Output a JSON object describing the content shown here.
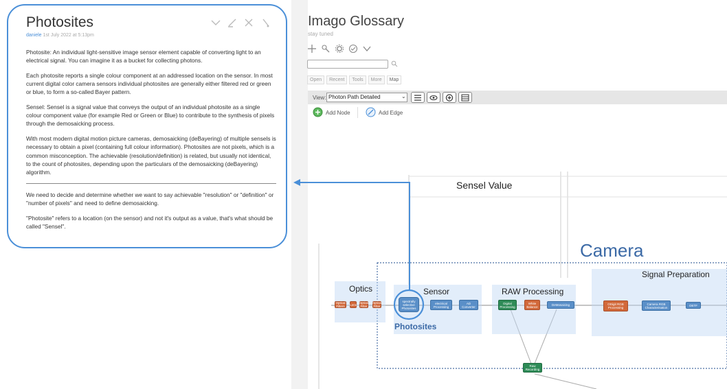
{
  "popup": {
    "title": "Photosites",
    "author": "daniele",
    "date": "1st July 2022 at 5:13pm",
    "actions": [
      "chevron-down-icon",
      "edit-icon",
      "close-icon",
      "link-icon"
    ],
    "paragraphs": [
      "Photosite: An individual light-sensitive image sensor element capable of converting light to an electrical signal. You can imagine it as a bucket for collecting photons.",
      "Each photosite reports a single colour component at an addressed location on the sensor. In most current digital color camera sensors individual photosites are generally either filtered red or green or blue, to form a so-called Bayer pattern.",
      "Sensel: Sensel is a signal value that conveys the output of an individual photosite as a single colour component value (for example Red or Green or Blue) to contribute to the synthesis of pixels through the demosaicking process.",
      "With most modern digital motion picture cameras, demosaicking (deBayering) of multiple sensels is necessary to obtain a pixel (containing full colour information). Photosites are not pixels, which is a common misconception. The achievable (resolution/definition) is related, but usually not identical, to the count of photosites, depending upon the particulars of the demosaicking (deBayering) algorithm."
    ],
    "paragraphs_after_rule": [
      "We need to decide and determine whether we want to say achievable \"resolution\" or \"definition\" or \"number of pixels\" and need to define demosaicking.",
      "\"Photosite\" refers to a location (on the sensor) and not it's output as a value, that's what should be called \"Sensel\"."
    ]
  },
  "app": {
    "title": "Imago Glossary",
    "subtitle": "stay tuned",
    "tool_icons": [
      "plus-icon",
      "tools-icon",
      "gear-icon",
      "check-circle-icon",
      "chevron-down-icon"
    ],
    "search": {
      "value": "",
      "placeholder": ""
    },
    "tabs": [
      "Open",
      "Recent",
      "Tools",
      "More",
      "Map"
    ],
    "active_tab": "Map"
  },
  "view_bar": {
    "label": "View:",
    "selected_view": "Photon Path Detailed",
    "buttons": [
      "list-icon",
      "eye-icon",
      "plus-circle-icon",
      "menu-icon"
    ]
  },
  "map_toolbar": {
    "add_node": "Add Node",
    "add_edge": "Add Edge"
  },
  "diagram": {
    "sensel_value": "Sensel Value",
    "camera": "Camera",
    "groups": {
      "optics": "Optics",
      "sensor": "Sensor",
      "raw_processing": "RAW Processing",
      "signal_preparation": "Signal Preparation",
      "photosites": "Photosites"
    },
    "nodes": {
      "optics_1": "Optical Filters",
      "optics_2": "Lens",
      "optics_3": "Optical Filter",
      "optics_4": "Optical Filter",
      "photosites_node": "spectrally selective Photosites",
      "electrical": "electrical Processing",
      "ad": "AD Converter",
      "digital": "Digital Processing",
      "white": "White Balance",
      "demosaic": "DeMosaicing",
      "odigit": "ODigit RGB Processing",
      "camrgb": "Camera RGB Characterisation",
      "oetf": "OETF",
      "raw_rec": "Raw Recording"
    }
  },
  "colors": {
    "accent": "#4a8fd8",
    "node_orange": "#d2693a",
    "node_blue": "#5a8fc8",
    "node_green": "#2e8b57"
  }
}
